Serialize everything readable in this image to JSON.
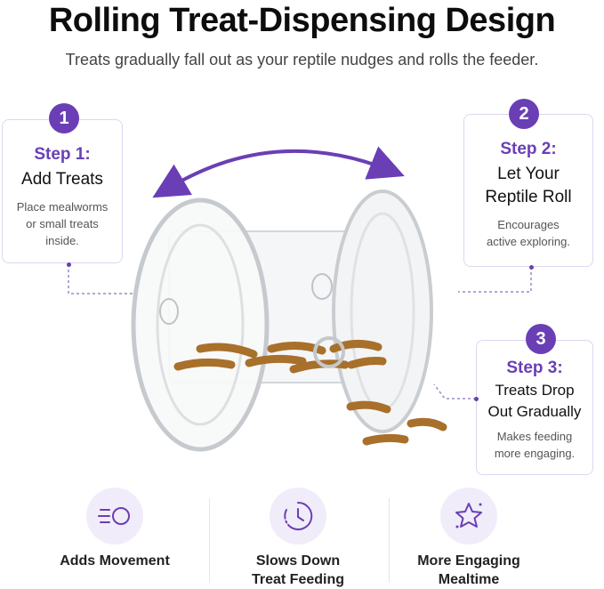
{
  "header": {
    "title": "Rolling Treat-Dispensing Design",
    "subtitle": "Treats gradually fall out as your reptile nudges and rolls the feeder."
  },
  "steps": [
    {
      "number": "1",
      "label": "Step 1:",
      "title_lines": [
        "Add Treats"
      ],
      "desc_lines": [
        "Place mealworms",
        "or small treats",
        "inside."
      ]
    },
    {
      "number": "2",
      "label": "Step 2:",
      "title_lines": [
        "Let Your",
        "Reptile Roll"
      ],
      "desc_lines": [
        "Encourages",
        "active exploring."
      ]
    },
    {
      "number": "3",
      "label": "Step 3:",
      "title_lines": [
        "Treats Drop",
        "Out Gradually"
      ],
      "desc_lines": [
        "Makes feeding",
        "more engaging."
      ]
    }
  ],
  "features": [
    {
      "icon": "movement-icon",
      "label_lines": [
        "Adds Movement"
      ]
    },
    {
      "icon": "clock-icon",
      "label_lines": [
        "Slows Down",
        "Treat Feeding"
      ]
    },
    {
      "icon": "star-icon",
      "label_lines": [
        "More Engaging",
        "Mealtime"
      ]
    }
  ],
  "colors": {
    "accent": "#6a3fb5",
    "card_border": "#ddd6ee",
    "icon_bg": "#f1ecf9"
  }
}
